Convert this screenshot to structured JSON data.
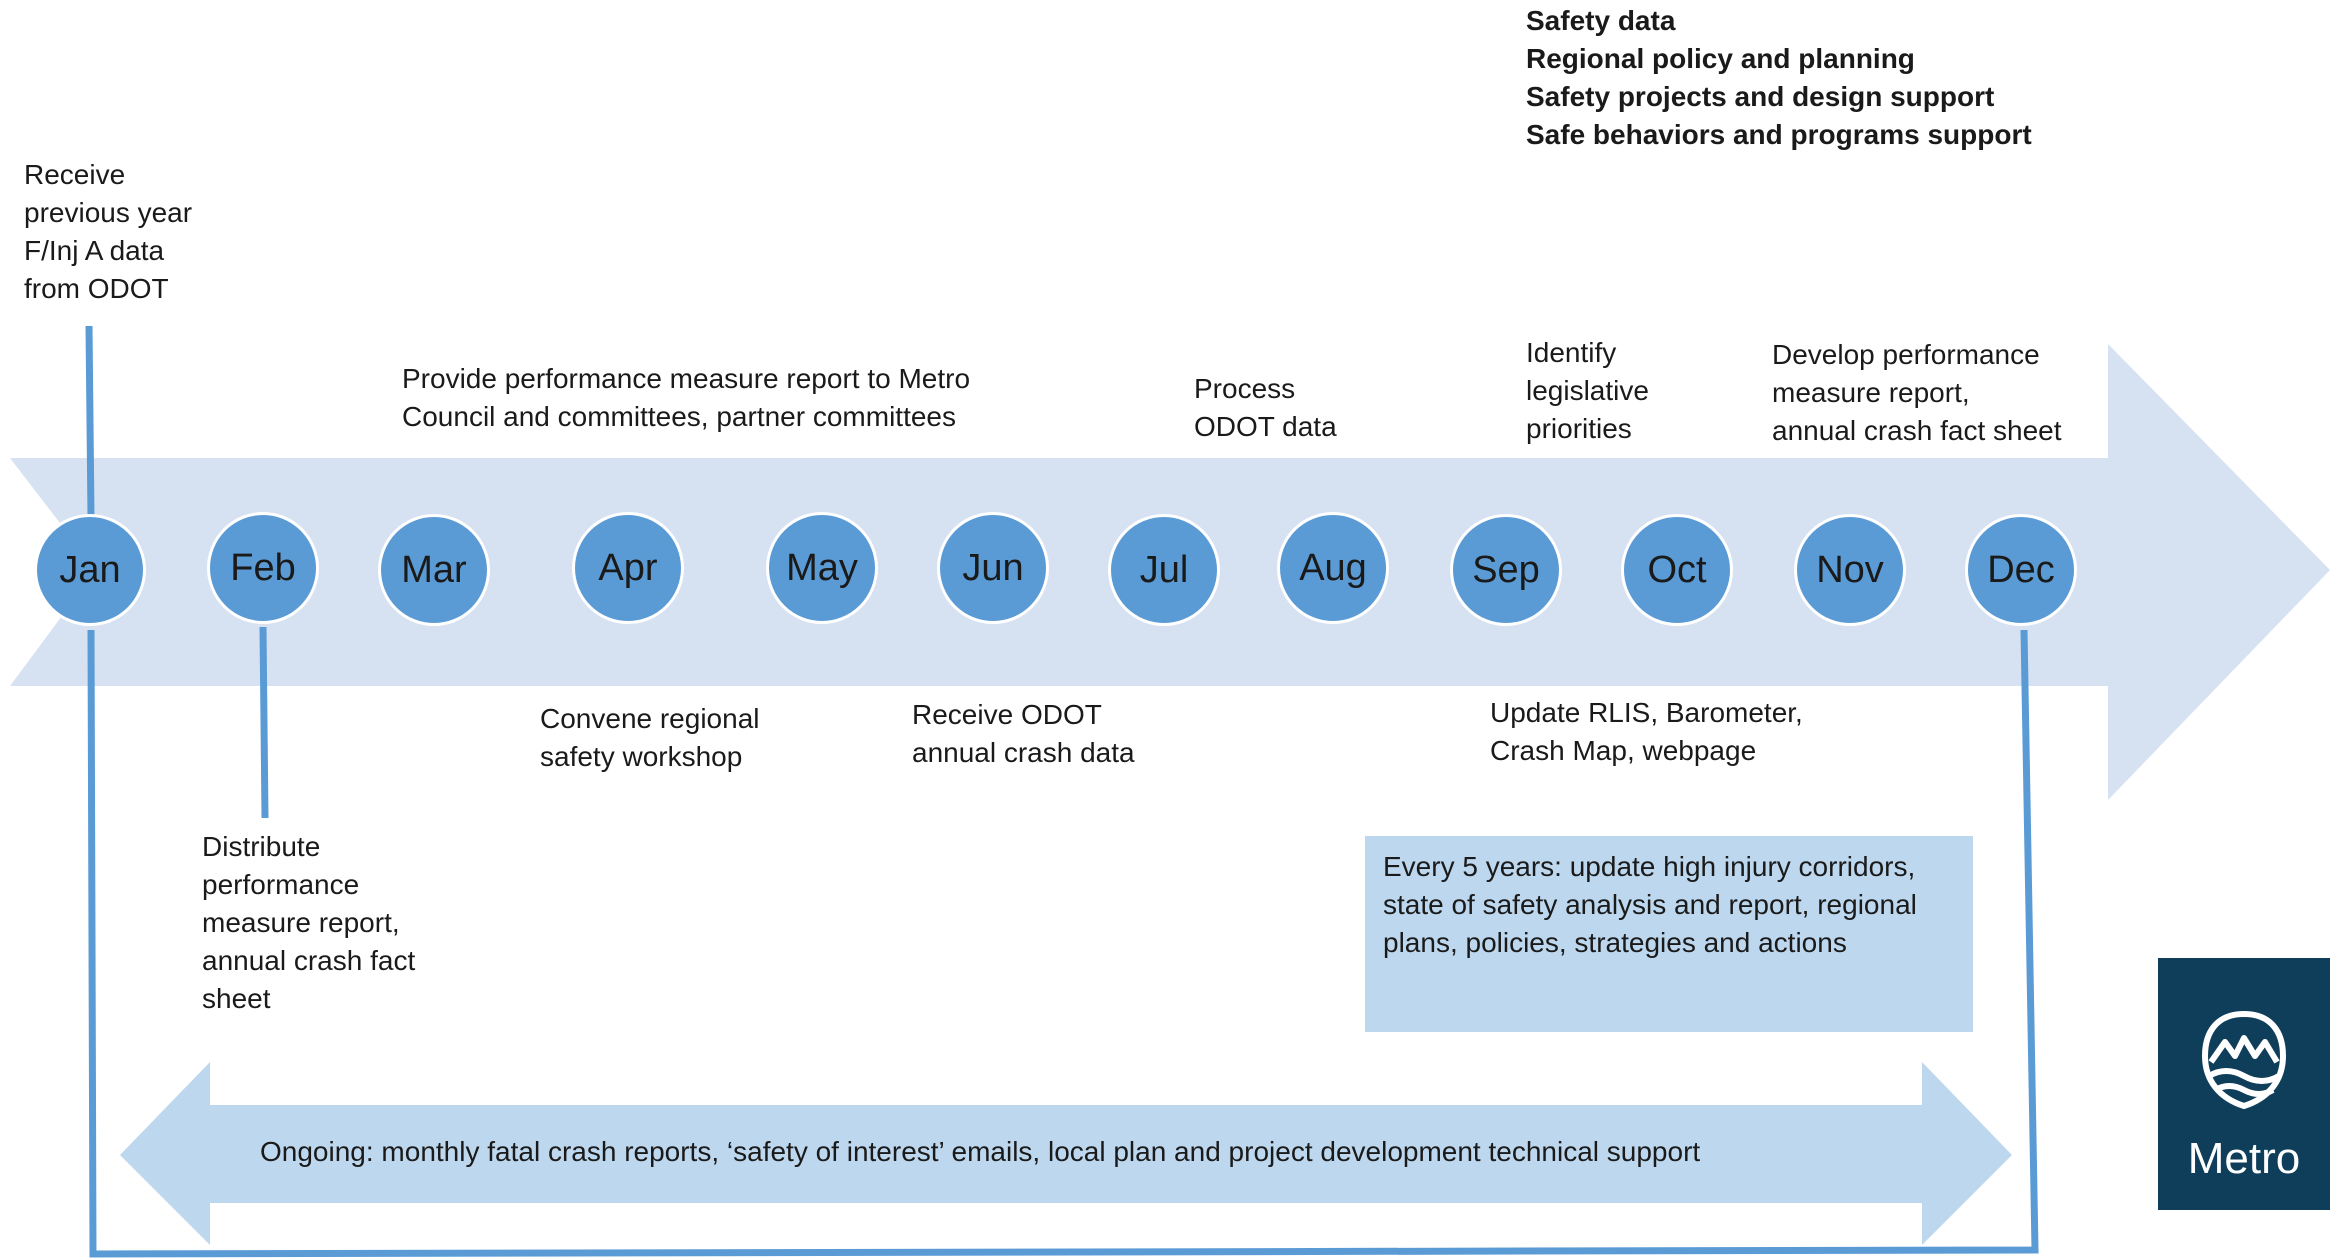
{
  "legend": [
    "Safety data",
    "Regional policy and planning",
    "Safety projects and design support",
    "Safe behaviors and programs support"
  ],
  "months": [
    "Jan",
    "Feb",
    "Mar",
    "Apr",
    "May",
    "Jun",
    "Jul",
    "Aug",
    "Sep",
    "Oct",
    "Nov",
    "Dec"
  ],
  "events": {
    "receive_previous": "Receive\nprevious year\nF/Inj A data\nfrom ODOT",
    "provide_report": "Provide performance measure report to Metro\nCouncil and committees, partner committees",
    "process_odot": "Process\nODOT data",
    "identify_priorities": "Identify\nlegislative\npriorities",
    "develop_report": "Develop performance\nmeasure report,\nannual crash fact sheet",
    "convene_workshop": "Convene regional\nsafety workshop",
    "receive_annual": "Receive ODOT\nannual crash data",
    "update_rlis": "Update RLIS, Barometer,\nCrash Map, webpage",
    "distribute_report": "Distribute\nperformance\nmeasure report,\nannual crash fact\nsheet"
  },
  "every_five_years": "Every 5 years: update high injury corridors,\nstate of safety analysis and report, regional\nplans, policies, strategies and actions",
  "ongoing": "Ongoing: monthly fatal crash reports, ‘safety of interest’ emails, local plan and project development technical support",
  "logo": {
    "text": "Metro",
    "icon": "metro-mountains-icon"
  },
  "colors": {
    "arrow": "#d6e2f2",
    "circle": "#5b9bd5",
    "line": "#5b9bd5",
    "box": "#bdd7ee",
    "logo_bg": "#0f3e5b"
  }
}
